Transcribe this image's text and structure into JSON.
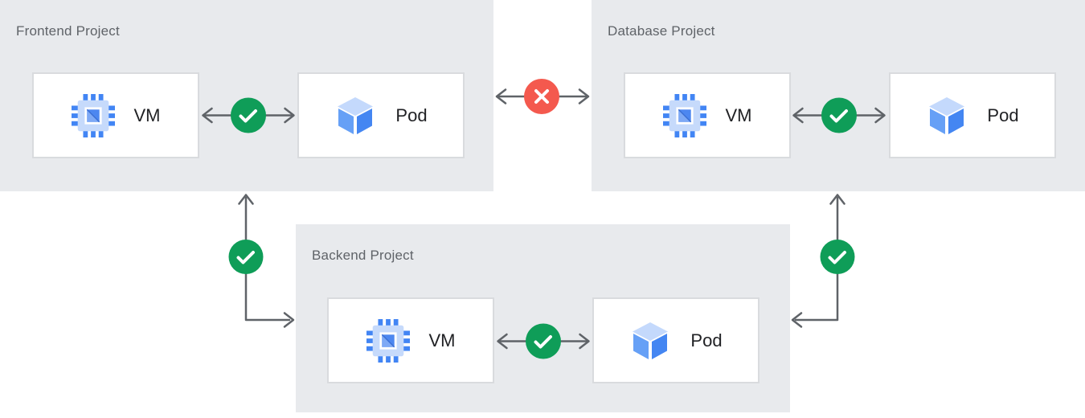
{
  "colors": {
    "panel_background": "#e8eaed",
    "node_background": "#ffffff",
    "node_border": "#d9dbde",
    "title_text": "#5f6368",
    "node_label_text": "#202124",
    "arrow": "#5f6368",
    "status_allowed": "#0f9d58",
    "status_denied": "#f4594e",
    "icon_blue": "#4285f4",
    "icon_blue_light": "#c6dafb"
  },
  "projects": [
    {
      "title": "Frontend Project",
      "nodes": [
        {
          "label": "VM",
          "icon": "vm-chip-icon"
        },
        {
          "label": "Pod",
          "icon": "pod-cube-icon"
        }
      ]
    },
    {
      "title": "Database Project",
      "nodes": [
        {
          "label": "VM",
          "icon": "vm-chip-icon"
        },
        {
          "label": "Pod",
          "icon": "pod-cube-icon"
        }
      ]
    },
    {
      "title": "Backend Project",
      "nodes": [
        {
          "label": "VM",
          "icon": "vm-chip-icon"
        },
        {
          "label": "Pod",
          "icon": "pod-cube-icon"
        }
      ]
    }
  ],
  "connections": [
    {
      "between": [
        "Frontend Project VM",
        "Frontend Project Pod"
      ],
      "bidirectional": true,
      "status": "allowed",
      "icon": "check-icon"
    },
    {
      "between": [
        "Database Project VM",
        "Database Project Pod"
      ],
      "bidirectional": true,
      "status": "allowed",
      "icon": "check-icon"
    },
    {
      "between": [
        "Backend Project VM",
        "Backend Project Pod"
      ],
      "bidirectional": true,
      "status": "allowed",
      "icon": "check-icon"
    },
    {
      "between": [
        "Frontend Project",
        "Database Project"
      ],
      "bidirectional": true,
      "status": "denied",
      "icon": "x-icon"
    },
    {
      "between": [
        "Frontend Project",
        "Backend Project"
      ],
      "bidirectional": true,
      "status": "allowed",
      "icon": "check-icon"
    },
    {
      "between": [
        "Database Project",
        "Backend Project"
      ],
      "bidirectional": true,
      "status": "allowed",
      "icon": "check-icon"
    }
  ]
}
